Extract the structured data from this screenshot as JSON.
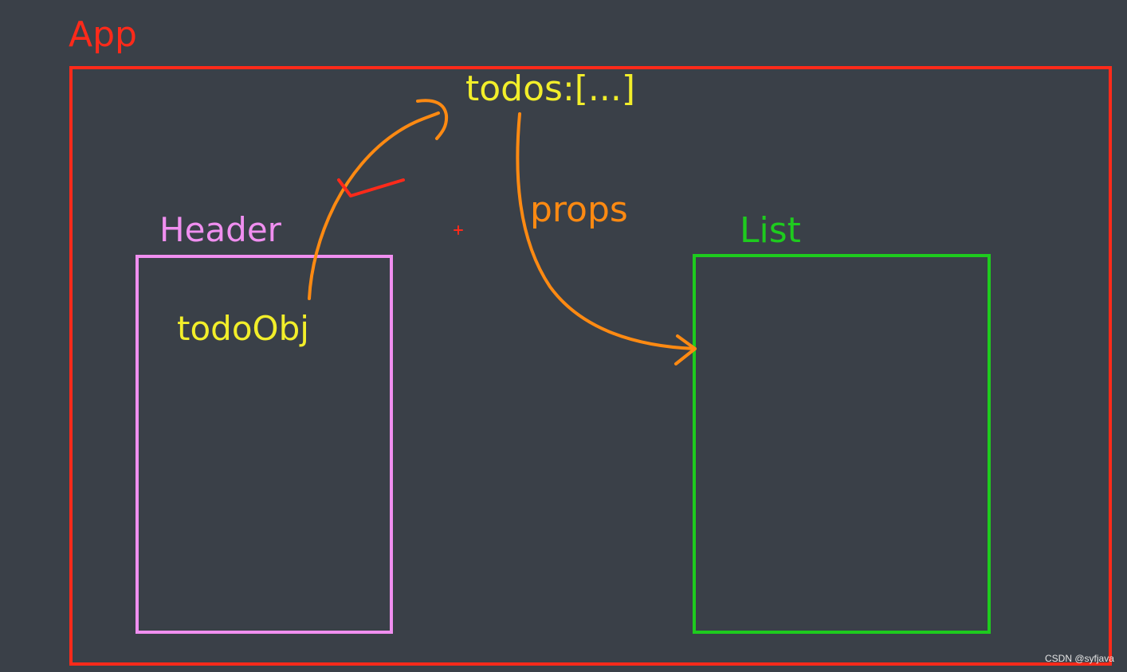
{
  "app": {
    "label": "App",
    "color": "#ff2a1a"
  },
  "header": {
    "label": "Header",
    "color": "#f08ff0"
  },
  "list": {
    "label": "List",
    "color": "#1ecb1e"
  },
  "state": {
    "todos_label": "todos:[...]",
    "todo_obj_label": "todoObj",
    "text_color": "#f2ee2a"
  },
  "arrows": {
    "props_label": "props",
    "color": "#ff8a12",
    "accent_color": "#ff2a1a"
  },
  "watermark": {
    "text": "CSDN @syfjava"
  }
}
